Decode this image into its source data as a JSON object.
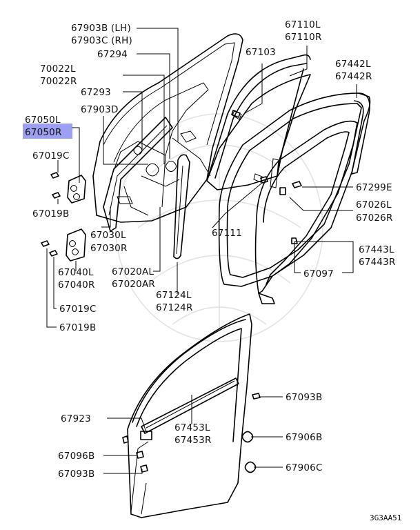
{
  "diagram": {
    "highlight_color": "#9c9ff2",
    "footer_code": "3G3AA51",
    "labels": {
      "p67903b": "67903B (LH)",
      "p67903c": "67903C (RH)",
      "p67294": "67294",
      "p70022l": "70022L",
      "p70022r": "70022R",
      "p67293": "67293",
      "p67903d": "67903D",
      "p67050l": "67050L",
      "p67050r": "67050R",
      "p67019c_top": "67019C",
      "p67019b_top": "67019B",
      "p67030l": "67030L",
      "p67030r": "67030R",
      "p67040l": "67040L",
      "p67040r": "67040R",
      "p67019c_bot": "67019C",
      "p67019b_bot": "67019B",
      "p67020al": "67020AL",
      "p67020ar": "67020AR",
      "p67124l": "67124L",
      "p67124r": "67124R",
      "p67103": "67103",
      "p67110l": "67110L",
      "p67110r": "67110R",
      "p67442l": "67442L",
      "p67442r": "67442R",
      "p67299e": "67299E",
      "p67026l": "67026L",
      "p67026r": "67026R",
      "p67111": "67111",
      "p67443l": "67443L",
      "p67443r": "67443R",
      "p67097": "67097",
      "p67093b_r": "67093B",
      "p67923": "67923",
      "p67453l": "67453L",
      "p67453r": "67453R",
      "p67906b": "67906B",
      "p67096b": "67096B",
      "p67906c": "67906C",
      "p67093b_l": "67093B"
    }
  }
}
